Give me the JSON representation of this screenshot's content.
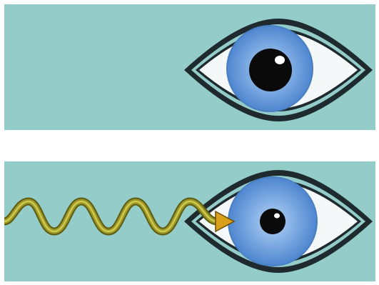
{
  "scene": {
    "title": "",
    "panels": [
      {
        "id": "normal-light",
        "stimulus": "none",
        "pupil_state": "dilated"
      },
      {
        "id": "bright-light",
        "stimulus": "light-wave",
        "pupil_state": "constricted"
      }
    ]
  },
  "colors": {
    "panel_background": "#93ccc9",
    "divider": "#ffffff",
    "eye_outline": "#1e2a2e",
    "sclera": "#f4f8f8",
    "iris": "#5f95d8",
    "iris_light": "#9ec2ee",
    "pupil": "#0a0a0a",
    "light_wave": "#8c8a1e",
    "light_wave_highlight": "#c7c24a",
    "arrowhead": "#d9a01c"
  },
  "icons": {
    "top_eye": "eye-icon",
    "bottom_eye": "eye-icon",
    "wave": "light-wave-icon",
    "arrow": "arrowhead-icon"
  }
}
